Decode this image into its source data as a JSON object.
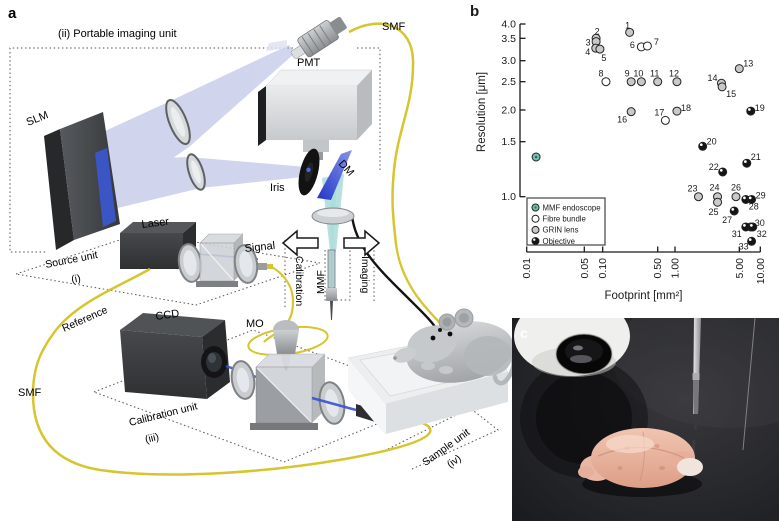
{
  "panels": {
    "a": {
      "label": "a",
      "region_title": "(ii) Portable imaging unit",
      "labels": {
        "smf_top": "SMF",
        "slm": "SLM",
        "pmt": "PMT",
        "dm": "DM",
        "iris": "Iris",
        "laser": "Laser",
        "signal": "Signal",
        "calibration": "Calibration",
        "imaging": "Imaging",
        "mmf": "MMF",
        "source_unit": "Source unit",
        "source_unit_numeral": "(i)",
        "reference": "Reference",
        "ccd": "CCD",
        "mo": "MO",
        "smf_bottom": "SMF",
        "calibration_unit": "Calibration unit",
        "calibration_unit_numeral": "(iii)",
        "sample_unit": "Sample unit",
        "sample_unit_numeral": "(iv)"
      }
    },
    "b": {
      "label": "b"
    },
    "c": {
      "label": "c"
    }
  },
  "chart_data": {
    "type": "scatter",
    "xlabel": "Footprint [mm²]",
    "ylabel": "Resolution [μm]",
    "x_scale": "log",
    "y_scale": "log",
    "x_ticks": [
      0.01,
      0.05,
      0.1,
      0.5,
      1.0,
      5.0,
      10.0
    ],
    "x_tick_labels": [
      "0.01",
      "0.05",
      "0.10",
      "0.50",
      "1.00",
      "5.00",
      "10.00"
    ],
    "y_ticks": [
      4.0,
      3.5,
      3.0,
      2.5,
      2.0,
      1.5,
      1.0
    ],
    "y_tick_labels": [
      "4.0",
      "3.5",
      "3.0",
      "2.5",
      "2.0",
      "1.5",
      "1.0"
    ],
    "xlim": [
      0.01,
      10.0
    ],
    "ylim": [
      0.6,
      4.2
    ],
    "grid": false,
    "legend_position": "bottom-left",
    "legend": [
      {
        "key": "mmf",
        "label": "MMF endoscope",
        "fill": "#6fc2b2"
      },
      {
        "key": "fibre",
        "label": "Fibre bundle",
        "fill": "#ffffff"
      },
      {
        "key": "grin",
        "label": "GRIN lens",
        "fill": "#c9c9c9"
      },
      {
        "key": "objective",
        "label": "Objective",
        "fill": "#141414"
      }
    ],
    "points": [
      {
        "n": "1",
        "x": 0.22,
        "y": 3.7,
        "t": "grin",
        "dx": -2,
        "dy": -7
      },
      {
        "n": "2",
        "x": 0.078,
        "y": 3.5,
        "t": "grin",
        "dx": 1,
        "dy": -7
      },
      {
        "n": "3",
        "x": 0.078,
        "y": 3.42,
        "t": "grin",
        "dx": -8,
        "dy": 1
      },
      {
        "n": "4",
        "x": 0.077,
        "y": 3.27,
        "t": "grin",
        "dx": -8,
        "dy": 4
      },
      {
        "n": "5",
        "x": 0.09,
        "y": 3.25,
        "t": "grin",
        "dx": 4,
        "dy": 9
      },
      {
        "n": "6",
        "x": 0.31,
        "y": 3.3,
        "t": "fibre",
        "dx": -9,
        "dy": -2
      },
      {
        "n": "7",
        "x": 0.37,
        "y": 3.32,
        "t": "fibre",
        "dx": 9,
        "dy": -4
      },
      {
        "n": "8",
        "x": 0.11,
        "y": 2.5,
        "t": "fibre",
        "dx": -5,
        "dy": -8
      },
      {
        "n": "9",
        "x": 0.23,
        "y": 2.5,
        "t": "grin",
        "dx": -4,
        "dy": -8
      },
      {
        "n": "10",
        "x": 0.31,
        "y": 2.5,
        "t": "grin",
        "dx": -3,
        "dy": -8
      },
      {
        "n": "11",
        "x": 0.5,
        "y": 2.5,
        "t": "grin",
        "dx": -3,
        "dy": -8
      },
      {
        "n": "12",
        "x": 1.05,
        "y": 2.5,
        "t": "grin",
        "dx": -3,
        "dy": -8
      },
      {
        "n": "13",
        "x": 5.0,
        "y": 2.8,
        "t": "grin",
        "dx": 9,
        "dy": -5
      },
      {
        "n": "14",
        "x": 3.2,
        "y": 2.47,
        "t": "grin",
        "dx": -9,
        "dy": -5
      },
      {
        "n": "15",
        "x": 3.25,
        "y": 2.4,
        "t": "grin",
        "dx": 9,
        "dy": 7
      },
      {
        "n": "16",
        "x": 0.23,
        "y": 1.97,
        "t": "grin",
        "dx": -9,
        "dy": 8
      },
      {
        "n": "17",
        "x": 0.68,
        "y": 1.82,
        "t": "fibre",
        "dx": -6,
        "dy": -8
      },
      {
        "n": "18",
        "x": 1.05,
        "y": 1.98,
        "t": "grin",
        "dx": 9,
        "dy": -3
      },
      {
        "n": "19",
        "x": 7.3,
        "y": 1.98,
        "t": "objective",
        "dx": 9,
        "dy": -3
      },
      {
        "n": "20",
        "x": 2.0,
        "y": 1.45,
        "t": "objective",
        "dx": 9,
        "dy": -5
      },
      {
        "n": "21",
        "x": 6.4,
        "y": 1.28,
        "t": "objective",
        "dx": 9,
        "dy": -6
      },
      {
        "n": "22",
        "x": 3.3,
        "y": 1.2,
        "t": "objective",
        "dx": -9,
        "dy": -5
      },
      {
        "n": "23",
        "x": 1.8,
        "y": 1.0,
        "t": "grin",
        "dx": -6,
        "dy": -8
      },
      {
        "n": "24",
        "x": 2.9,
        "y": 1.0,
        "t": "grin",
        "dx": -3,
        "dy": -9
      },
      {
        "n": "25",
        "x": 2.9,
        "y": 0.96,
        "t": "grin",
        "dx": -4,
        "dy": 10
      },
      {
        "n": "26",
        "x": 4.6,
        "y": 1.0,
        "t": "grin",
        "dx": 0,
        "dy": -9
      },
      {
        "n": "27",
        "x": 4.4,
        "y": 0.9,
        "t": "objective",
        "dx": -7,
        "dy": 9
      },
      {
        "n": "28",
        "x": 6.2,
        "y": 0.98,
        "t": "objective",
        "dx": 8,
        "dy": 7
      },
      {
        "n": "29",
        "x": 7.5,
        "y": 0.98,
        "t": "objective",
        "dx": 9,
        "dy": -4
      },
      {
        "n": "30",
        "x": 7.3,
        "y": 0.8,
        "t": "objective",
        "dx": 9,
        "dy": -4
      },
      {
        "n": "31",
        "x": 6.2,
        "y": 0.8,
        "t": "objective",
        "dx": -9,
        "dy": 7
      },
      {
        "n": "32",
        "x": 7.8,
        "y": 0.8,
        "t": "objective",
        "dx": 9,
        "dy": 7
      },
      {
        "n": "33",
        "x": 7.5,
        "y": 0.72,
        "t": "objective",
        "dx": -8,
        "dy": 5
      },
      {
        "n": null,
        "x": 0.013,
        "y": 1.34,
        "t": "mmf",
        "dx": 0,
        "dy": 0
      }
    ]
  },
  "colors": {
    "fiber_yellow": "#d6c52f",
    "beam_lavender": "#9aa2d8",
    "beam_teal": "#7cc6c4",
    "dm_blue": "#2c40cc",
    "laser_blue": "#3752d0",
    "mmf_marker": "#6fc2b2"
  }
}
